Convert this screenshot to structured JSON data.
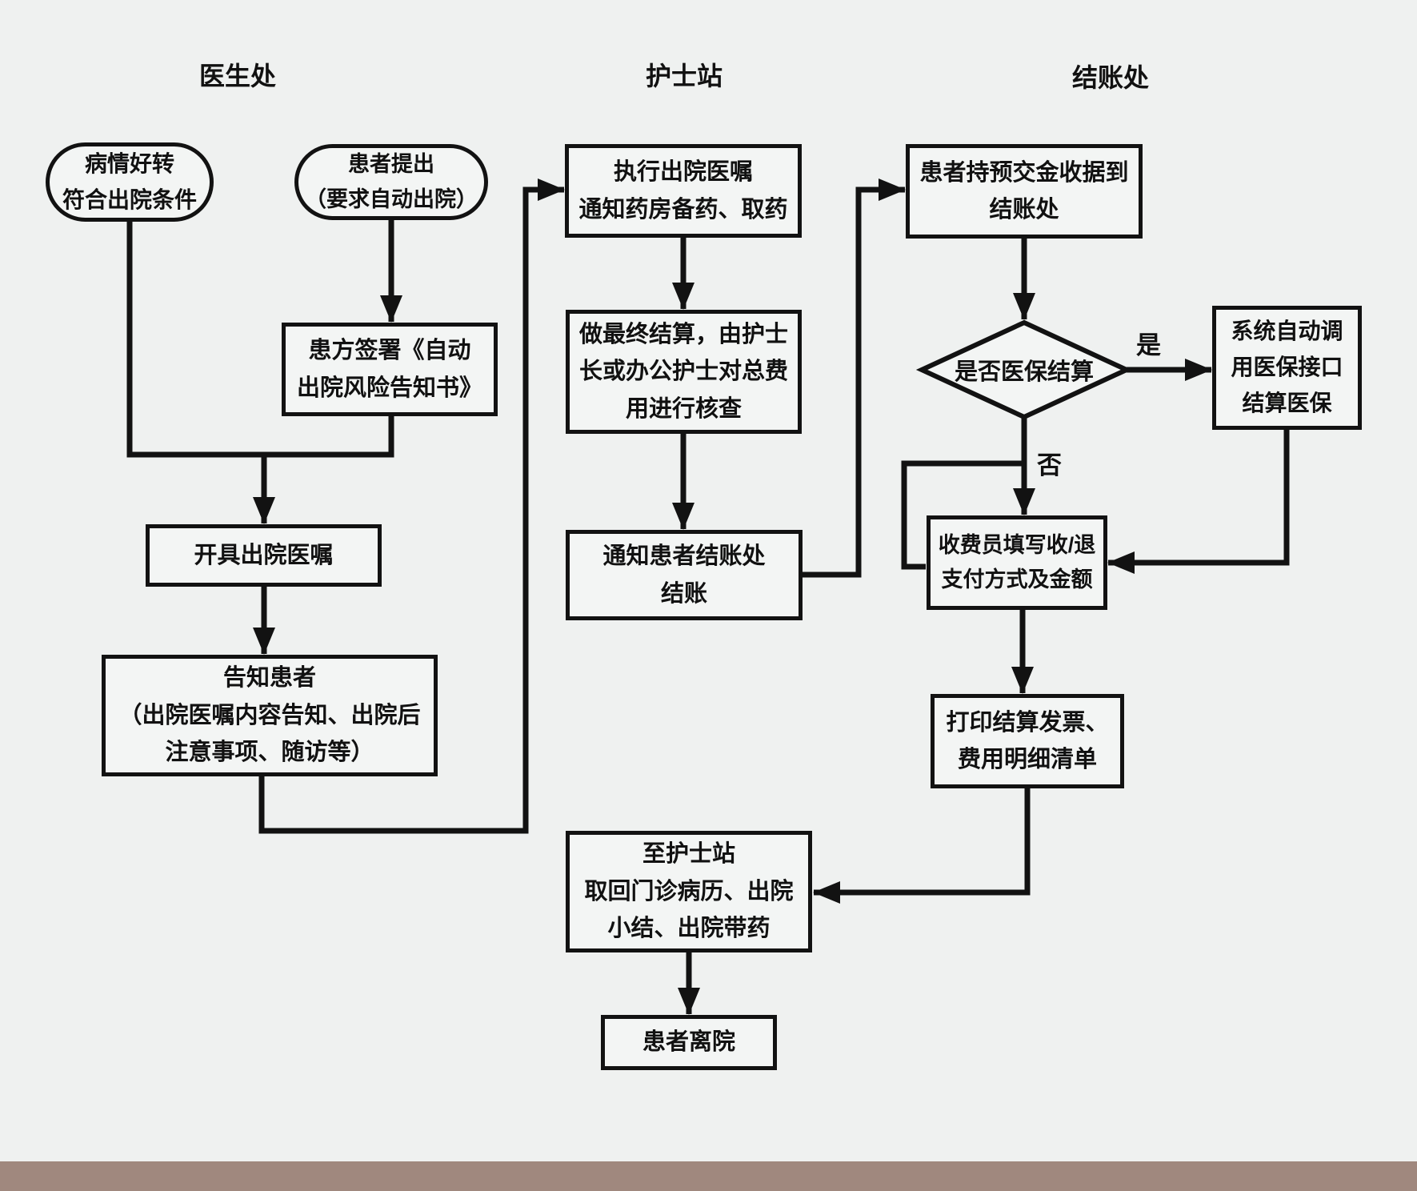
{
  "page": {
    "background": "#EFF1F0",
    "node_fill": "#F3F5F4",
    "line_color": "#121212",
    "bottom_bar_color": "#A0887E"
  },
  "headers": {
    "doctor": "医生处",
    "nurse": "护士站",
    "checkout": "结账处"
  },
  "nodes": {
    "condition_improved": "病情好转\n符合出院条件",
    "patient_request": "患者提出\n（要求自动出院）",
    "sign_risk_notice": "患方签署《自动\n出院风险告知书》",
    "issue_discharge_order": "开具出院医嘱",
    "inform_patient": "告知患者\n（出院医嘱内容告知、出院后\n注意事项、随访等）",
    "execute_order": "执行出院医嘱\n通知药房备药、取药",
    "final_settlement": "做最终结算，由护士\n长或办公护士对总费\n用进行核查",
    "notify_patient_checkout": "通知患者结账处\n结账",
    "patient_with_receipt": "患者持预交金收据到\n结账处",
    "insurance_decision": "是否医保结算",
    "system_insurance": "系统自动调\n用医保接口\n结算医保",
    "cashier_fill": "收费员填写收/退\n支付方式及金额",
    "print_invoice": "打印结算发票、\n费用明细清单",
    "to_nurse_station": "至护士站\n取回门诊病历、出院\n小结、出院带药",
    "patient_leave": "患者离院"
  },
  "edge_labels": {
    "yes": "是",
    "no": "否"
  }
}
